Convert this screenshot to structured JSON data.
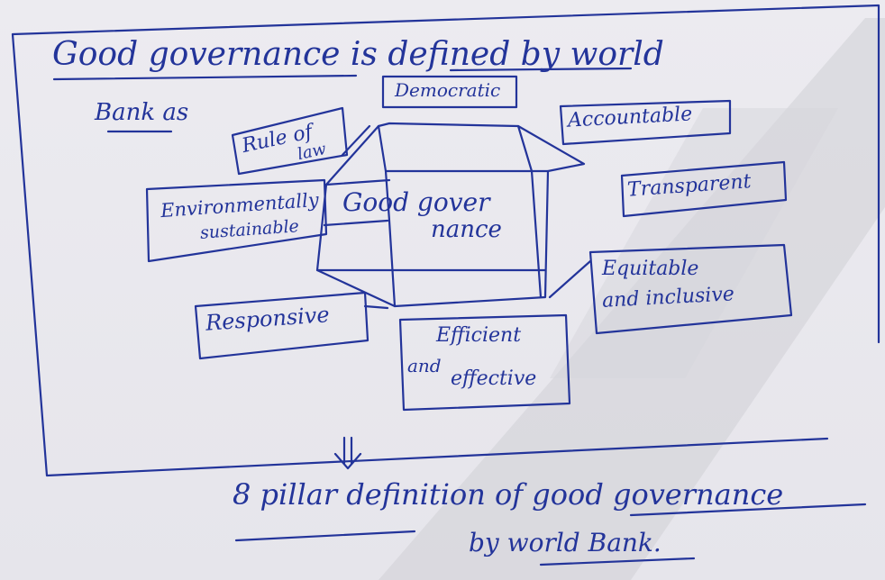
{
  "heading": {
    "line1": "Good governance is defined by world",
    "line2": "Bank as"
  },
  "center": {
    "line1": "Good gover",
    "line2": "nance"
  },
  "pillars": {
    "democratic": "Democratic",
    "rule_of_law_1": "Rule of",
    "rule_of_law_2": "law",
    "accountable": "Accountable",
    "environmental_1": "Environmentally",
    "environmental_2": "sustainable",
    "transparent": "Transparent",
    "equitable_1": "Equitable",
    "equitable_2": "and inclusive",
    "responsive": "Responsive",
    "efficient_1": "Efficient",
    "efficient_2": "and",
    "efficient_3": "effective"
  },
  "arrow_symbol": "⇓",
  "conclusion": {
    "line1": "8 pillar definition of good governance",
    "line2": "by world Bank."
  },
  "colors": {
    "ink": "#23349a",
    "paper": "#e9e8ee",
    "watermark": "#c9c9d1"
  }
}
